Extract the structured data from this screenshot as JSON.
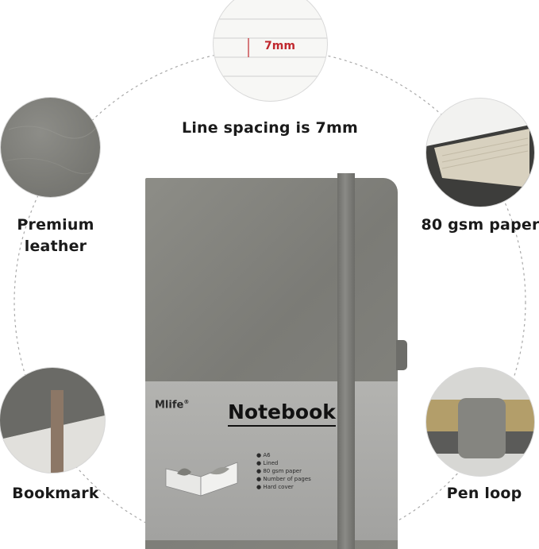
{
  "features": {
    "line_spacing": {
      "label": "Line spacing is 7mm",
      "detail_text": "7mm"
    },
    "leather": {
      "label_line1": "Premium",
      "label_line2": "leather"
    },
    "paper": {
      "label": "80 gsm paper"
    },
    "bookmark": {
      "label": "Bookmark"
    },
    "pen_loop": {
      "label": "Pen loop"
    }
  },
  "notebook": {
    "brand": "Mlife",
    "brand_mark": "®",
    "title": "Notebook",
    "specs": [
      "A6",
      "Lined",
      "80 gsm paper",
      "Number of pages",
      "Hard cover"
    ]
  },
  "colors": {
    "cover": "#84847f",
    "label_band": "#ababa8",
    "accent_red": "#c0272d",
    "ring_dash": "#a9a9a9"
  }
}
